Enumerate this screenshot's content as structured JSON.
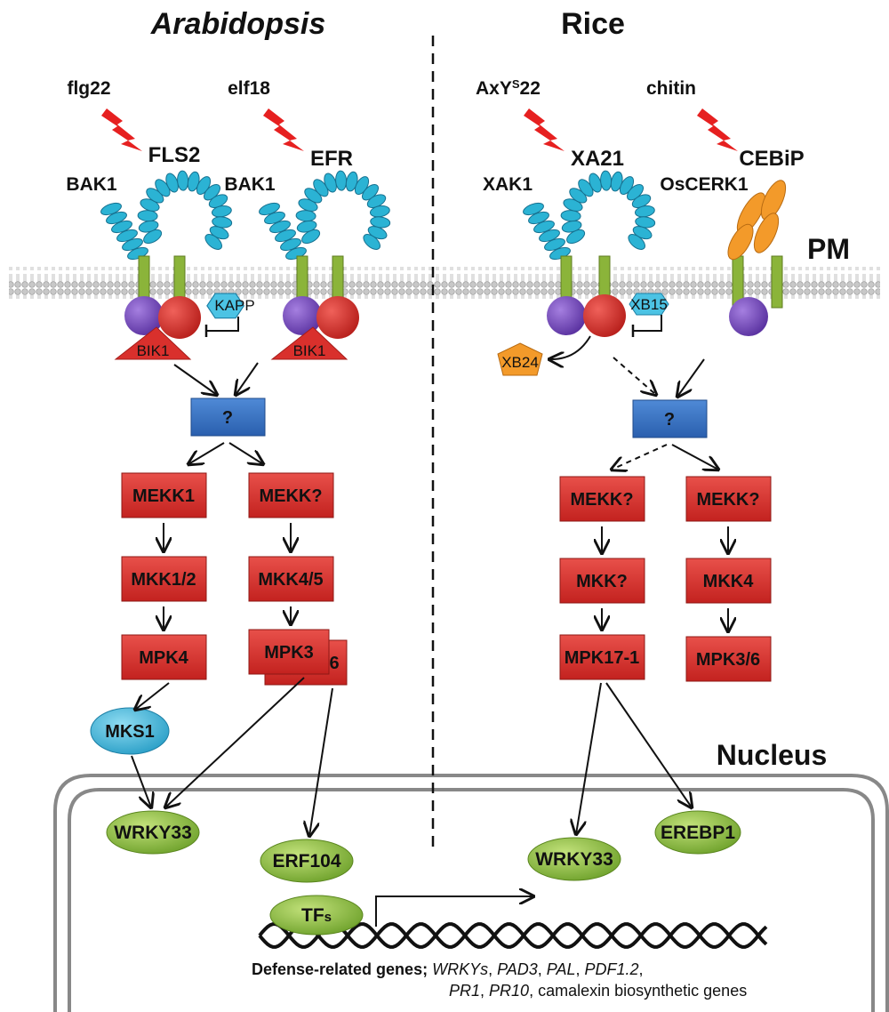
{
  "titles": {
    "left": "Arabidopsis",
    "right": "Rice"
  },
  "ligands": {
    "flg22": "flg22",
    "elf18": "elf18",
    "axys22_prefix": "AxY",
    "axys22_sup": "S",
    "axys22_suffix": "22",
    "chitin": "chitin"
  },
  "receptors": {
    "fls2": "FLS2",
    "efr": "EFR",
    "xa21": "XA21",
    "cebip": "CEBiP"
  },
  "coreceptors": {
    "bak1_a": "BAK1",
    "bak1_b": "BAK1",
    "xak1": "XAK1",
    "oscerk1": "OsCERK1"
  },
  "membrane_label": "PM",
  "nucleus_label": "Nucleus",
  "adaptors": {
    "kapp": "KAPP",
    "xb15": "XB15",
    "bik1_a": "BIK1",
    "bik1_b": "BIK1",
    "xb24": "XB24"
  },
  "unknown": {
    "left": "?",
    "right": "?"
  },
  "kinases": {
    "mekk1": "MEKK1",
    "mekk_l": "MEKK?",
    "mkk12": "MKK1/2",
    "mkk45": "MKK4/5",
    "mpk4": "MPK4",
    "mpk3": "MPK3",
    "mpk6": "6",
    "mekk_r1": "MEKK?",
    "mekk_r2": "MEKK?",
    "mkk_r": "MKK?",
    "mkk4": "MKK4",
    "mpk171": "MPK17-1",
    "mpk36": "MPK3/6"
  },
  "mks1": "MKS1",
  "tfs_nodes": {
    "wrky33_a": "WRKY33",
    "erf104": "ERF104",
    "wrky33_b": "WRKY33",
    "erebp1": "EREBP1",
    "tfs_main": "TF",
    "tfs_sub": "s"
  },
  "genes": {
    "label": "Defense-related genes; ",
    "g1": "WRKYs",
    "sep1": ", ",
    "g2": "PAD3",
    "sep2": ",  ",
    "g3": "PAL",
    "sep3": ", ",
    "g4": "PDF1.2",
    "sep4": ",",
    "g5": "PR1",
    "sep5": ", ",
    "g6": "PR10",
    "tail": ", camalexin biosynthetic genes"
  },
  "colors": {
    "leucine": "#2bb3d4",
    "kinase_red": "#d9302c",
    "purple": "#7b4fbf",
    "tm_green": "#8bb43a",
    "tf_green": "#8fc23f",
    "blue_box": "#3a74c4",
    "orange": "#f39a2a"
  }
}
